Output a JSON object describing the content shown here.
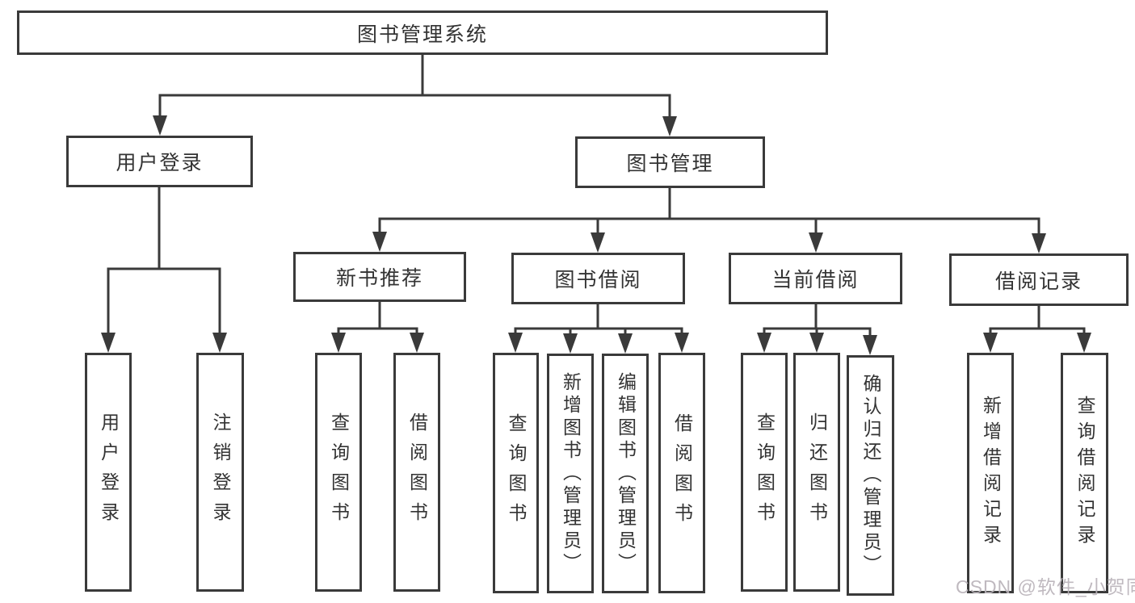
{
  "nodes": {
    "root": "图书管理系统",
    "user_login": "用户登录",
    "book_mgmt": "图书管理",
    "new_book_rec": "新书推荐",
    "book_borrow": "图书借阅",
    "current_borrow": "当前借阅",
    "borrow_records": "借阅记录",
    "ul_login": "用户登录",
    "ul_logout": "注销登录",
    "nbr_query": "查询图书",
    "nbr_borrow": "借阅图书",
    "bb_query": "查询图书",
    "bb_add": "新增图书（管理员）",
    "bb_edit": "编辑图书（管理员）",
    "bb_borrow": "借阅图书",
    "cb_query": "查询图书",
    "cb_return": "归还图书",
    "cb_confirm": "确认归还（管理员）",
    "br_add": "新增借阅记录",
    "br_query": "查询借阅记录"
  },
  "tree": {
    "label": "图书管理系统",
    "children": [
      {
        "label": "用户登录",
        "children": [
          {
            "label": "用户登录"
          },
          {
            "label": "注销登录"
          }
        ]
      },
      {
        "label": "图书管理",
        "children": [
          {
            "label": "新书推荐",
            "children": [
              {
                "label": "查询图书"
              },
              {
                "label": "借阅图书"
              }
            ]
          },
          {
            "label": "图书借阅",
            "children": [
              {
                "label": "查询图书"
              },
              {
                "label": "新增图书（管理员）"
              },
              {
                "label": "编辑图书（管理员）"
              },
              {
                "label": "借阅图书"
              }
            ]
          },
          {
            "label": "当前借阅",
            "children": [
              {
                "label": "查询图书"
              },
              {
                "label": "归还图书"
              },
              {
                "label": "确认归还（管理员）"
              }
            ]
          },
          {
            "label": "借阅记录",
            "children": [
              {
                "label": "新增借阅记录"
              },
              {
                "label": "查询借阅记录"
              }
            ]
          }
        ]
      }
    ]
  },
  "watermark": "CSDN @软件_小贺同学",
  "colors": {
    "line": "#3a3a3a",
    "text": "#333333",
    "background": "#ffffff",
    "watermark": "#b9b2b9"
  }
}
